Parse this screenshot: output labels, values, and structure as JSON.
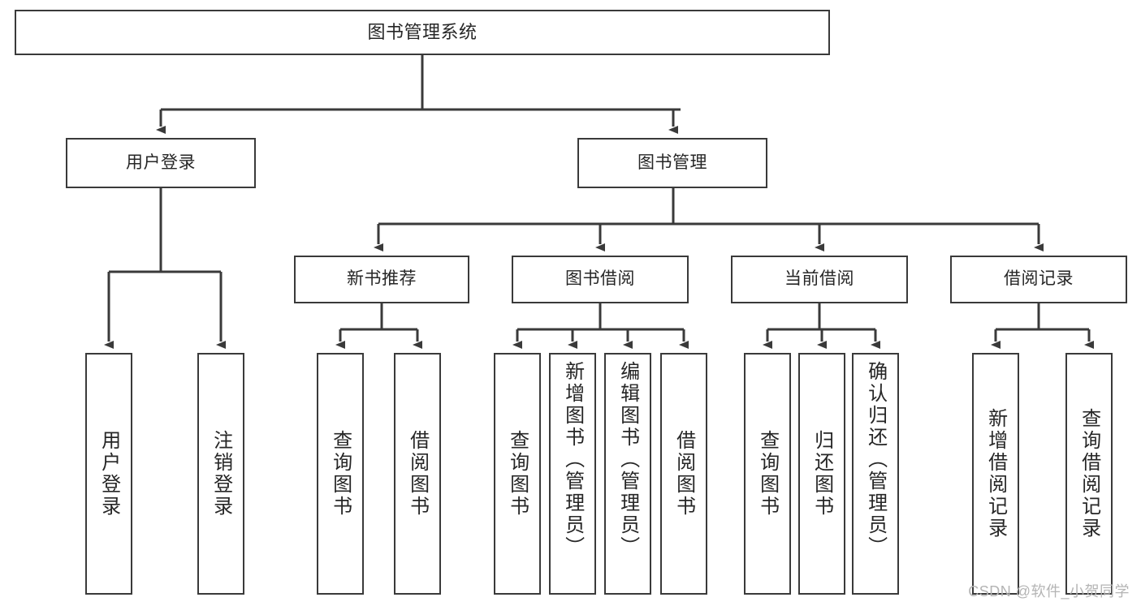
{
  "diagram": {
    "title": "图书管理系统",
    "type": "tree",
    "watermark": "CSDN @软件_小贺同学",
    "colors": {
      "box_border": "#3a3a3a",
      "box_fill": "#ffffff",
      "connector": "#3a3a3a",
      "text": "#262626",
      "watermark": "#b4b4b4",
      "background": "#ffffff"
    }
  },
  "nodes": {
    "root": {
      "label": "图书管理系统"
    },
    "level2": [
      {
        "label": "用户登录"
      },
      {
        "label": "图书管理"
      }
    ],
    "level3": [
      {
        "label": "新书推荐"
      },
      {
        "label": "图书借阅"
      },
      {
        "label": "当前借阅"
      },
      {
        "label": "借阅记录"
      }
    ],
    "leaves": {
      "user_login": [
        {
          "label": "用户登录"
        },
        {
          "label": "注销登录"
        }
      ],
      "new_book_recommend": [
        {
          "label": "查询图书"
        },
        {
          "label": "借阅图书"
        }
      ],
      "book_borrow": [
        {
          "label": "查询图书"
        },
        {
          "label": "新增图书（管理员）"
        },
        {
          "label": "编辑图书（管理员）"
        },
        {
          "label": "借阅图书"
        }
      ],
      "current_borrow": [
        {
          "label": "查询图书"
        },
        {
          "label": "归还图书"
        },
        {
          "label": "确认归还（管理员）"
        }
      ],
      "borrow_records": [
        {
          "label": "新增借阅记录"
        },
        {
          "label": "查询借阅记录"
        }
      ]
    }
  }
}
